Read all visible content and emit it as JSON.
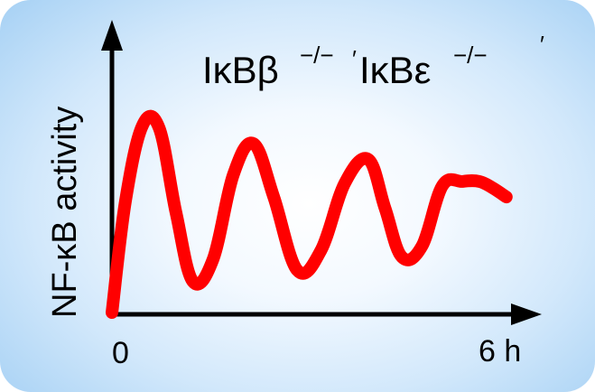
{
  "chart_data": {
    "type": "line",
    "title": {
      "part1": "IκBβ",
      "sup1": "−/−",
      "prime1": "′",
      "part2": "IκBε",
      "sup2": "−/−",
      "prime2": "′"
    },
    "xlabel": "",
    "ylabel": "NF-κB activity",
    "x_ticks": [
      "0",
      "6 h"
    ],
    "xlim": [
      0,
      6
    ],
    "ylim": [
      0,
      1
    ],
    "grid": false,
    "series": [
      {
        "color": "#ff0000",
        "x": [
          0,
          0.2,
          0.45,
          0.7,
          0.95,
          1.2,
          1.5,
          1.8,
          2.1,
          2.4,
          2.75,
          3.1,
          3.45,
          3.8,
          4.05,
          4.3,
          4.6,
          4.9,
          5.2,
          5.45,
          5.65,
          5.85
        ],
        "y": [
          0.0,
          0.5,
          0.84,
          0.83,
          0.45,
          0.14,
          0.24,
          0.62,
          0.76,
          0.52,
          0.19,
          0.28,
          0.58,
          0.69,
          0.47,
          0.25,
          0.3,
          0.57,
          0.59,
          0.59,
          0.56,
          0.52
        ]
      }
    ]
  }
}
